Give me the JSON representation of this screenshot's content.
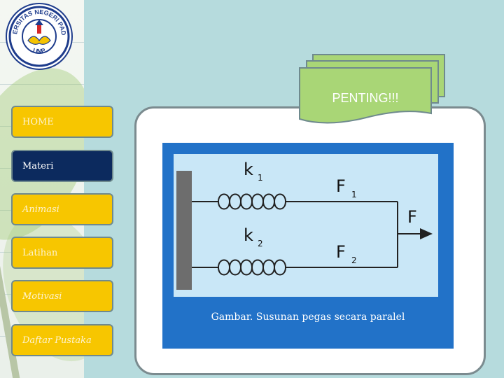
{
  "logo": {
    "ring_text_top": "UNIVERSITAS NEGERI PADANG",
    "ring_text_bottom": "UNP"
  },
  "nav": {
    "items": [
      {
        "label": "HOME",
        "active": false
      },
      {
        "label": "Materi",
        "active": true
      },
      {
        "label": "Animasi",
        "active": false
      },
      {
        "label": "Latihan",
        "active": false
      },
      {
        "label": "Motivasi",
        "active": false
      },
      {
        "label": "Daftar Pustaka",
        "active": false
      }
    ]
  },
  "tag": {
    "label": "PENTING!!!"
  },
  "figure": {
    "caption": "Gambar. Susunan pegas secara paralel",
    "labels": {
      "k1": "k",
      "k1_sub": "1",
      "k2": "k",
      "k2_sub": "2",
      "f1": "F",
      "f1_sub": "1",
      "f2": "F",
      "f2_sub": "2",
      "f": "F"
    }
  },
  "colors": {
    "nav_inactive": "#f7c600",
    "nav_active": "#0c2a5e",
    "tag": "#a9d676",
    "figure_border": "#2272c8",
    "figure_bg": "#c9e7f7"
  }
}
